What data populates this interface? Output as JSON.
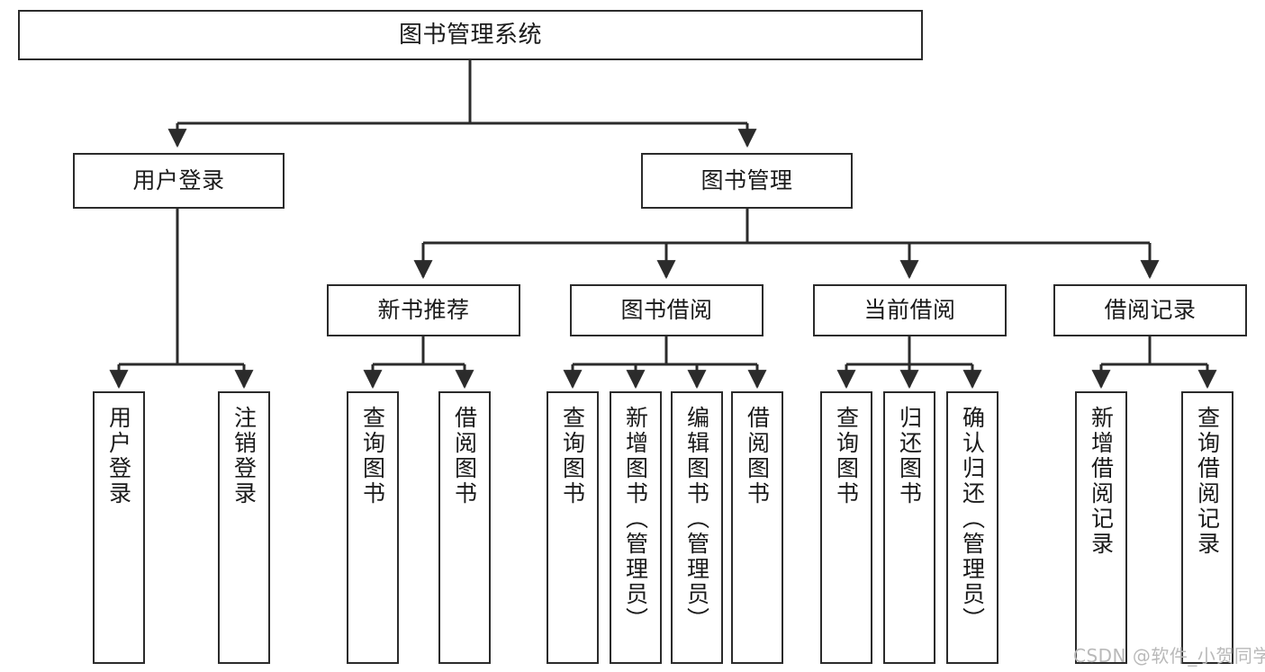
{
  "diagram": {
    "title": "图书管理系统",
    "watermark": "CSDN @软件_小贺同学",
    "stroke_color": "#2b2b2b",
    "fill_color": "#ffffff",
    "watermark_color": "#b9b9b9"
  },
  "nodes": {
    "root": {
      "label": "图书管理系统"
    },
    "level2": [
      {
        "label": "用户登录"
      },
      {
        "label": "图书管理"
      }
    ],
    "level3": [
      {
        "label": "新书推荐"
      },
      {
        "label": "图书借阅"
      },
      {
        "label": "当前借阅"
      },
      {
        "label": "借阅记录"
      }
    ],
    "leaves": {
      "user_login": [
        {
          "label": "用户登录"
        },
        {
          "label": "注销登录"
        }
      ],
      "new_book": [
        {
          "label": "查询图书"
        },
        {
          "label": "借阅图书"
        }
      ],
      "book_borrow": [
        {
          "label": "查询图书"
        },
        {
          "label": "新增图书（管理员）"
        },
        {
          "label": "编辑图书（管理员）"
        },
        {
          "label": "借阅图书"
        }
      ],
      "current_borrow": [
        {
          "label": "查询图书"
        },
        {
          "label": "归还图书"
        },
        {
          "label": "确认归还（管理员）"
        }
      ],
      "borrow_record": [
        {
          "label": "新增借阅记录"
        },
        {
          "label": "查询借阅记录"
        }
      ]
    }
  }
}
